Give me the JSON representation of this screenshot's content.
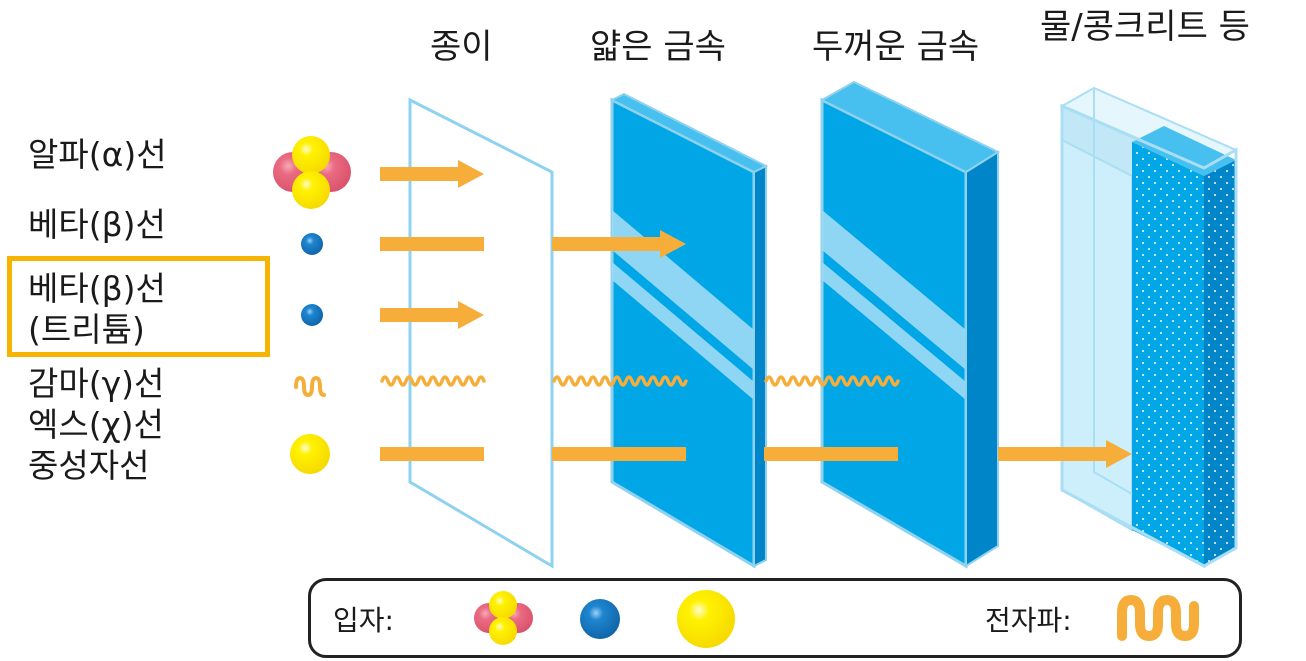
{
  "barriers": {
    "paper": "종이",
    "thin_metal": "얇은 금속",
    "thick_metal": "두꺼운 금속",
    "water_concrete": "물/콩크리트 등"
  },
  "radiation": {
    "alpha": "알파(α)선",
    "beta": "베타(β)선",
    "beta_tritium_line1": "베타(β)선",
    "beta_tritium_line2": "(트리튬)",
    "gamma": "감마(γ)선",
    "xray": "엑스(χ)선",
    "neutron": "중성자선"
  },
  "legend": {
    "particles_label": "입자:",
    "waves_label": "전자파:"
  },
  "colors": {
    "arrow": "#f6ad3a",
    "metal": "#00a6e6",
    "metal_side": "#0086c8",
    "alpha_pink": "#e8637c",
    "alpha_yellow": "#ffe800",
    "beta_blue": "#1a78c2",
    "highlight": "#f5b400",
    "water": "#bfe7f7"
  }
}
